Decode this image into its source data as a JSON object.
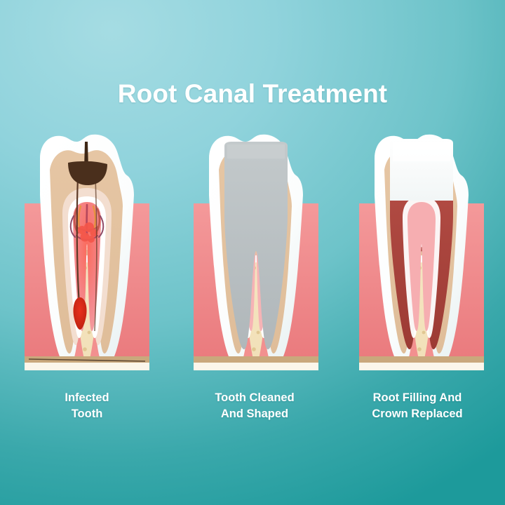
{
  "title": "Root Canal Treatment",
  "background": {
    "light_color": "#9fd9e1",
    "dark_color": "#1d9a9b"
  },
  "palette": {
    "enamel": "#ffffff",
    "enamel_shade": "#eef6f7",
    "dentin": "#e3c3a2",
    "dentin_light": "#efd9c2",
    "pulp_pink": "#f4a0a3",
    "pulp_red": "#ef7b7e",
    "gum": "#f0908f",
    "gum_dark": "#e97b7c",
    "bone": "#f4e3bd",
    "bone_speckle": "#ddc38c",
    "bone_band": "#c9a87c",
    "cavity_brown": "#4a2f1c",
    "abscess_red": "#d42a1a",
    "cleaned_grey": "#b9bfc1",
    "filling_dark_red": "#a8413a",
    "crown_white": "#fbfcfc",
    "caption_text": "#ffffff",
    "title_text": "#ffffff"
  },
  "panels": [
    {
      "id": "infected-tooth",
      "caption_line_1": "Infected",
      "caption_line_2": "Tooth",
      "features": [
        "dark-brown-cavity",
        "enamel-crack",
        "inflamed-pulp",
        "nerve-fibers",
        "root-abscess"
      ]
    },
    {
      "id": "tooth-cleaned-and-shaped",
      "caption_line_1": "Tooth Cleaned",
      "caption_line_2": "And Shaped",
      "features": [
        "grey-access-cavity",
        "shaped-canals",
        "cleaned-pulp-chamber"
      ]
    },
    {
      "id": "root-filling-and-crown-replaced",
      "caption_line_1": "Root Filling And",
      "caption_line_2": "Crown Replaced",
      "features": [
        "white-crown-filling",
        "dark-red-root-filling",
        "filled-canals"
      ]
    }
  ]
}
